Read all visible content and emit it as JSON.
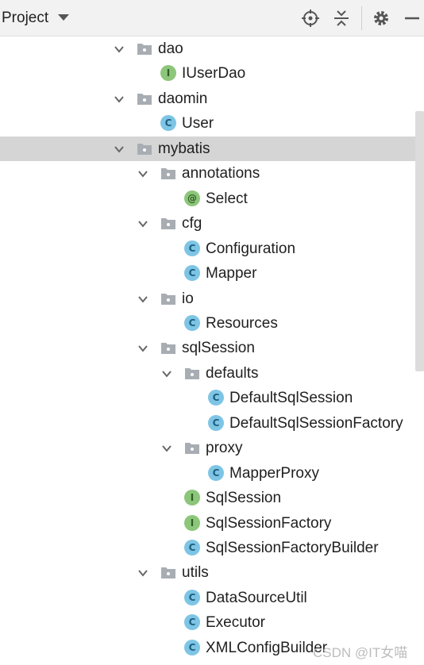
{
  "toolbar": {
    "title": "Project",
    "icons": [
      "locate-icon",
      "collapse-all-icon",
      "gear-icon",
      "minimize-icon"
    ]
  },
  "tree": [
    {
      "label": "dao",
      "type": "folder",
      "depth": 0,
      "expanded": true
    },
    {
      "label": "IUserDao",
      "type": "interface",
      "badge": "I",
      "depth": 1
    },
    {
      "label": "daomin",
      "type": "folder",
      "depth": 0,
      "expanded": true
    },
    {
      "label": "User",
      "type": "class",
      "badge": "C",
      "depth": 1
    },
    {
      "label": "mybatis",
      "type": "folder",
      "depth": 0,
      "expanded": true,
      "selected": true
    },
    {
      "label": "annotations",
      "type": "folder",
      "depth": 1,
      "expanded": true
    },
    {
      "label": "Select",
      "type": "annotation",
      "badge": "@",
      "depth": 2
    },
    {
      "label": "cfg",
      "type": "folder",
      "depth": 1,
      "expanded": true
    },
    {
      "label": "Configuration",
      "type": "class",
      "badge": "C",
      "depth": 2
    },
    {
      "label": "Mapper",
      "type": "class",
      "badge": "C",
      "depth": 2
    },
    {
      "label": "io",
      "type": "folder",
      "depth": 1,
      "expanded": true
    },
    {
      "label": "Resources",
      "type": "class",
      "badge": "C",
      "depth": 2
    },
    {
      "label": "sqlSession",
      "type": "folder",
      "depth": 1,
      "expanded": true
    },
    {
      "label": "defaults",
      "type": "folder",
      "depth": 2,
      "expanded": true
    },
    {
      "label": "DefaultSqlSession",
      "type": "class",
      "badge": "C",
      "depth": 3
    },
    {
      "label": "DefaultSqlSessionFactory",
      "type": "class",
      "badge": "C",
      "depth": 3
    },
    {
      "label": "proxy",
      "type": "folder",
      "depth": 2,
      "expanded": true
    },
    {
      "label": "MapperProxy",
      "type": "class",
      "badge": "C",
      "depth": 3
    },
    {
      "label": "SqlSession",
      "type": "interface",
      "badge": "I",
      "depth": 2
    },
    {
      "label": "SqlSessionFactory",
      "type": "interface",
      "badge": "I",
      "depth": 2
    },
    {
      "label": "SqlSessionFactoryBuilder",
      "type": "class",
      "badge": "C",
      "depth": 2
    },
    {
      "label": "utils",
      "type": "folder",
      "depth": 1,
      "expanded": true
    },
    {
      "label": "DataSourceUtil",
      "type": "class",
      "badge": "C",
      "depth": 2
    },
    {
      "label": "Executor",
      "type": "class",
      "badge": "C",
      "depth": 2
    },
    {
      "label": "XMLConfigBuilder",
      "type": "class",
      "badge": "C",
      "depth": 2
    }
  ],
  "watermark": "CSDN @IT女喵",
  "colors": {
    "class_icon": "#7ec5e5",
    "interface_icon": "#8cc67a",
    "folder_icon": "#a8adb3",
    "selection": "#d5d5d5"
  }
}
